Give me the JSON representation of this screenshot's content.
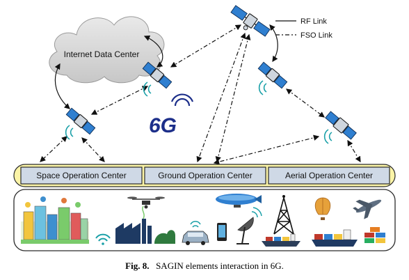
{
  "legend": {
    "rf_label": "RF Link",
    "fso_label": "FSO Link"
  },
  "cloud": {
    "label": "Internet Data Center"
  },
  "logo": {
    "text": "6G"
  },
  "operation_centers": [
    {
      "label": "Space Operation Center"
    },
    {
      "label": "Ground Operation Center"
    },
    {
      "label": "Aerial Operation Center"
    }
  ],
  "caption": {
    "figure_label": "Fig. 8.",
    "text": "SAGIN elements interaction in 6G."
  },
  "icons": [
    "smart-city-icon",
    "wifi-icon",
    "factory-icon",
    "drone-icon",
    "car-icon",
    "smartphone-icon",
    "airship-icon",
    "satellite-dish-icon",
    "ship-icon",
    "radio-tower-icon",
    "hot-air-balloon-icon",
    "airplane-icon",
    "cargo-ship-icon",
    "containers-icon"
  ],
  "colors": {
    "bar_fill": "#fbf4a7",
    "oc_fill": "#cfd9e6",
    "logo_blue": "#1d2f8a",
    "panel_blue": "#2f7fd0",
    "wave_teal": "#1aa0a8"
  }
}
